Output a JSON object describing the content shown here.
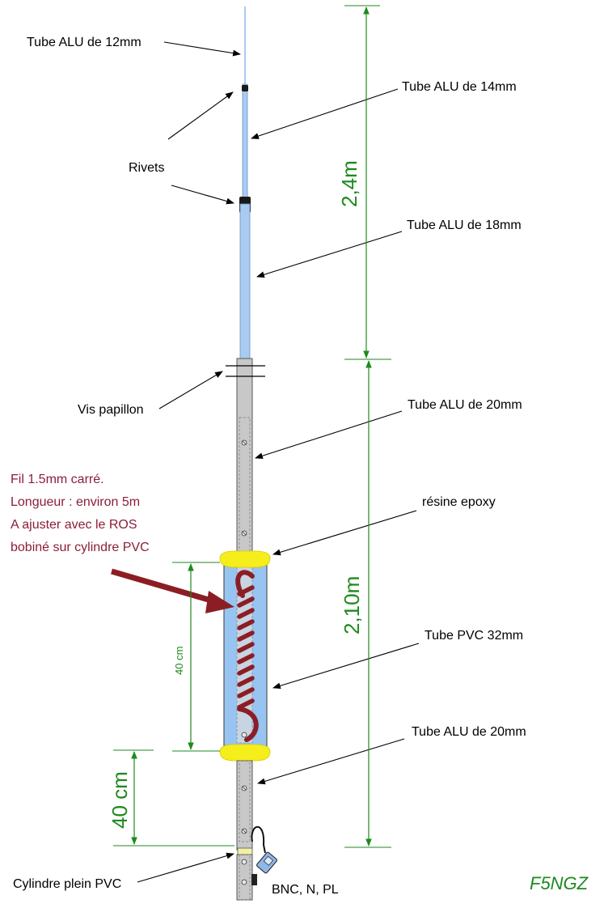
{
  "labels": {
    "tube12": "Tube ALU de 12mm",
    "tube14": "Tube ALU de 14mm",
    "rivets": "Rivets",
    "tube18": "Tube ALU de 18mm",
    "vis_papillon": "Vis papillon",
    "tube20_top": "Tube ALU de 20mm",
    "resine": "résine epoxy",
    "tube_pvc": "Tube PVC 32mm",
    "tube20_bottom": "Tube ALU de 20mm",
    "cylindre": "Cylindre plein PVC",
    "connectors": "BNC, N, PL",
    "signature": "F5NGZ"
  },
  "note": {
    "line1": "Fil 1.5mm carré.",
    "line2": "Longueur :  environ 5m",
    "line3": "A ajuster avec le ROS",
    "line4": "bobiné sur cylindre PVC"
  },
  "dimensions": {
    "upper": "2,4m",
    "lower": "2,10m",
    "coil": "40 cm",
    "base": "40 cm"
  },
  "colors": {
    "aluminium": "#c8c8c8",
    "tube_blue": "#a9cbf2",
    "pvc_blue": "#98c4f2",
    "epoxy": "#f5ee1a",
    "wire": "#8b1e24",
    "dimension": "#1e8a1e",
    "note_text": "#8b1e3a",
    "base_cylinder": "#f2f0a6"
  }
}
